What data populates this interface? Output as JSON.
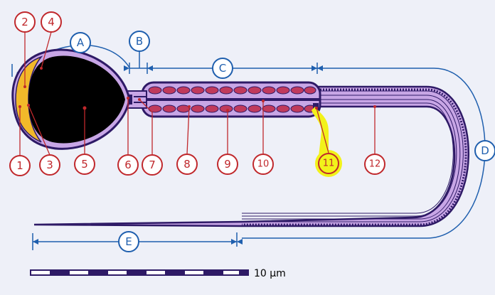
{
  "colors": {
    "background": "#eef0f8",
    "outline": "#2e1a66",
    "membrane": "#c8a6e6",
    "nucleus": "#000000",
    "acrosome": "#f2b92a",
    "mitochondria": "#c03a5c",
    "number_label": "#c0282c",
    "letter_label": "#1f5fae",
    "highlight": "#f2f21a"
  },
  "number_labels": [
    "1",
    "2",
    "3",
    "4",
    "5",
    "6",
    "7",
    "8",
    "9",
    "10",
    "11",
    "12"
  ],
  "highlighted_label": "11",
  "letter_labels": [
    "A",
    "B",
    "C",
    "D",
    "E"
  ],
  "scale_bar": {
    "text": "10 µm"
  }
}
